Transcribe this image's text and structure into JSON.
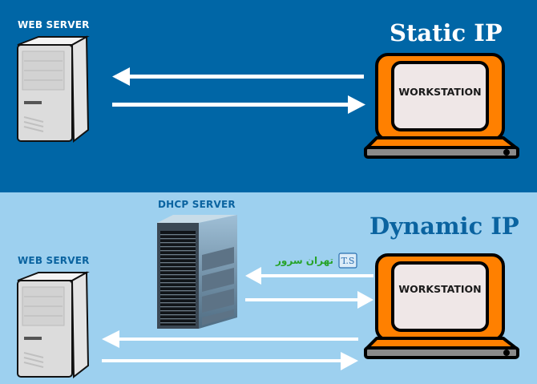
{
  "colors": {
    "static_bg": "#0066a6",
    "dynamic_bg": "#9dd0ef",
    "laptop_orange": "#ff8000",
    "screen": "#efe7e7",
    "arrow": "#ffffff",
    "heading_dark_blue": "#0a63a0"
  },
  "static_section": {
    "title": "Static IP",
    "web_server_label": "WEB SERVER",
    "web_server_icon": "tower-server-icon",
    "workstation_label": "WORKSTATION",
    "workstation_icon": "laptop-icon",
    "arrows": [
      "arrow-left",
      "arrow-right"
    ]
  },
  "dynamic_section": {
    "title": "Dynamic IP",
    "web_server_label": "WEB SERVER",
    "dhcp_server_label": "DHCP SERVER",
    "workstation_label": "WORKSTATION",
    "workstation_icon": "laptop-icon",
    "dhcp_arrows": [
      "arrow-left",
      "arrow-right"
    ],
    "web_arrows": [
      "arrow-left",
      "arrow-right"
    ]
  },
  "watermark": {
    "logo_text": "T.S",
    "text": "تهران سرور"
  }
}
